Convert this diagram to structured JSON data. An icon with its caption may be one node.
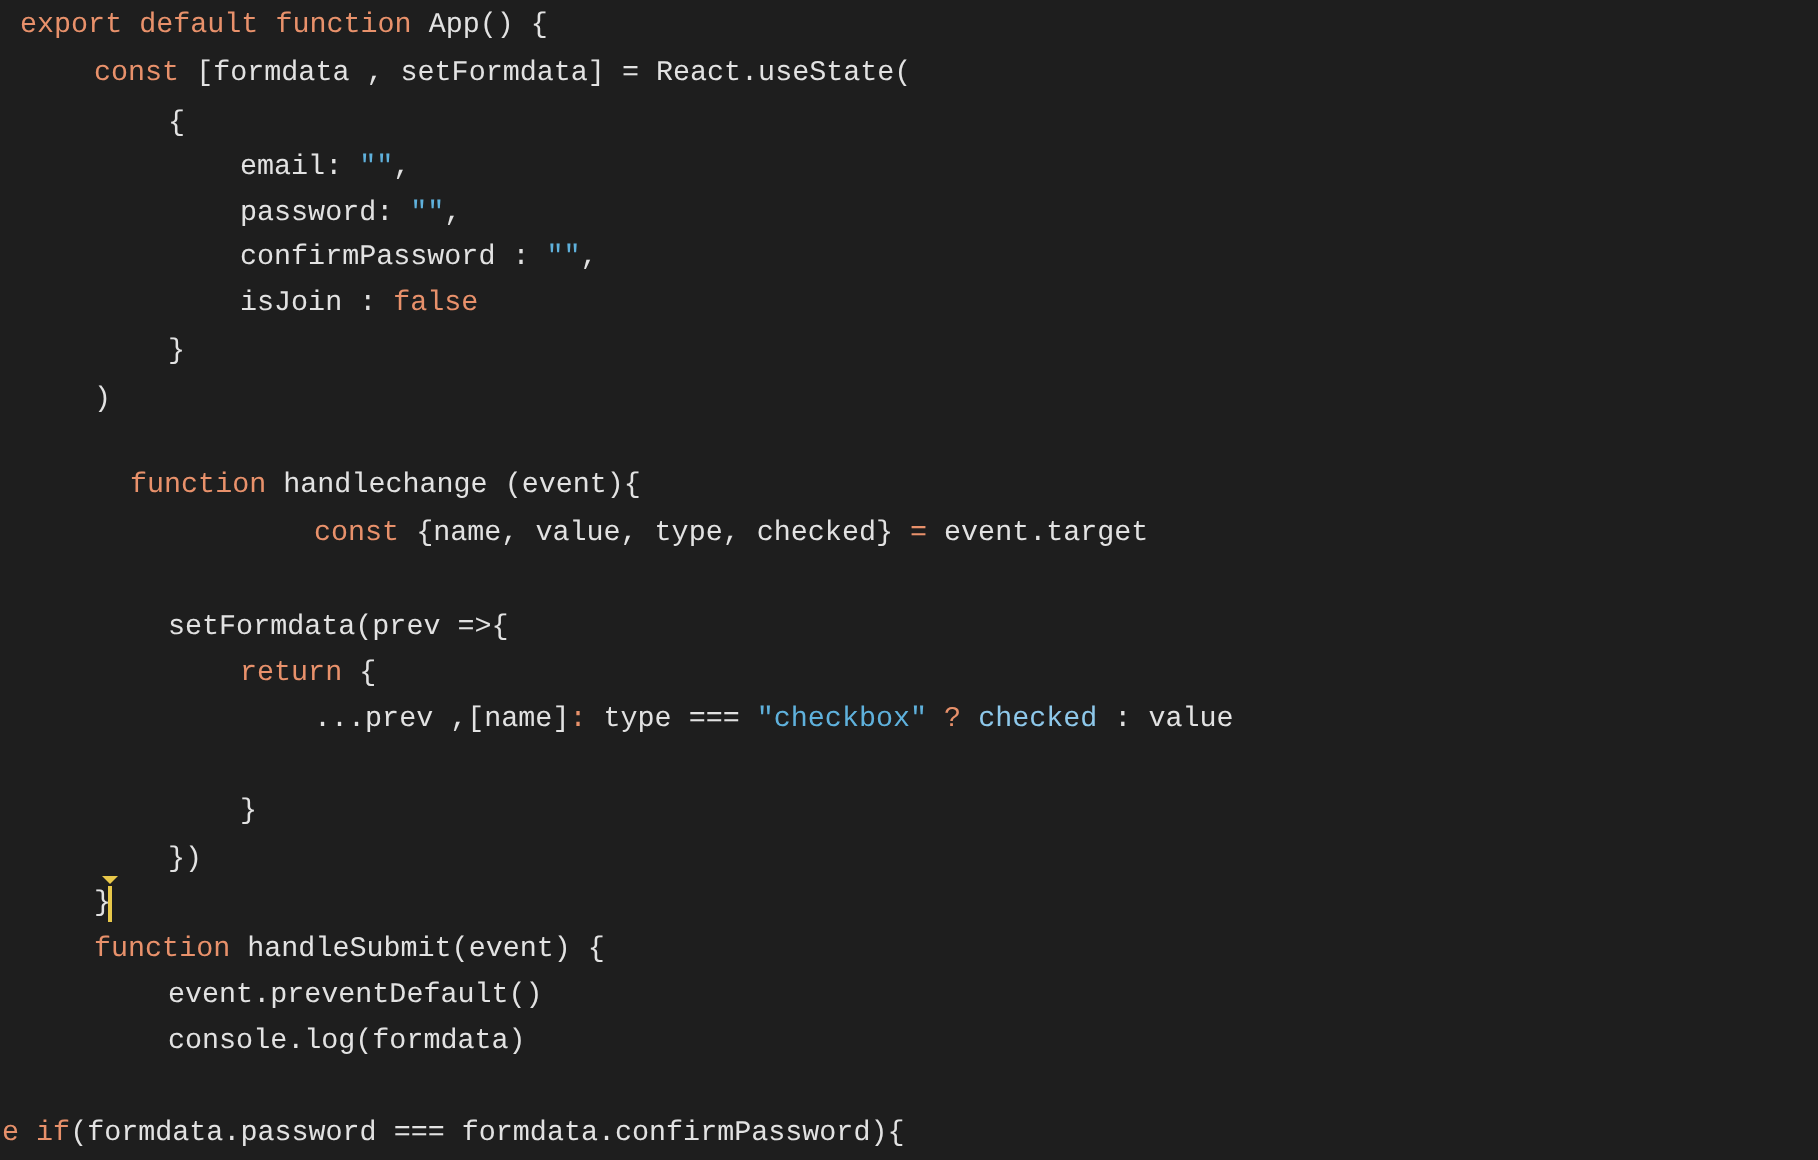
{
  "diagram": {
    "labels": [
      "export default function App() {",
      "const [formdata , setFormdata] = React.useState(",
      "{",
      "email: \"\",",
      "password: \"\",",
      "confirmPassword : \"\",",
      "isJoin : false",
      "}",
      ")",
      "function handlechange (event){",
      "const {name, value, type, checked} = event.target",
      "setFormdata(prev =>{",
      "return {",
      "...prev ,[name]: type === \"checkbox\" ? checked : value",
      "}",
      "})",
      "}",
      "function handleSubmit(event) {",
      "event.preventDefault()",
      "console.log(formdata)",
      "e if(formdata.password === formdata.confirmPassword){"
    ]
  }
}
